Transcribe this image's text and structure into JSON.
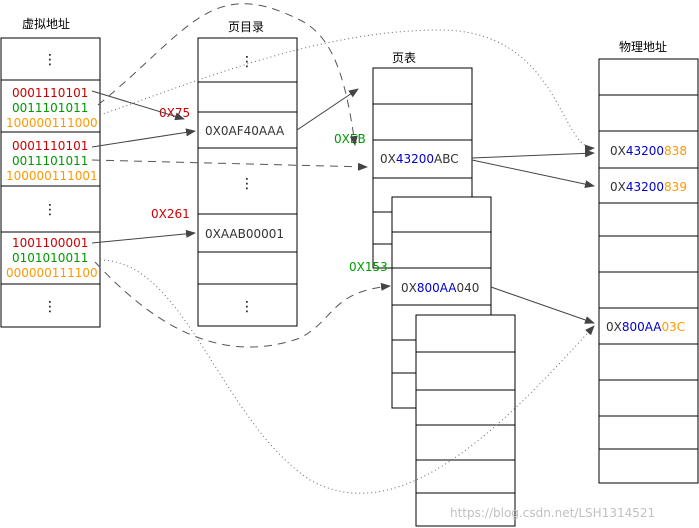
{
  "titles": {
    "virtual": "虚拟地址",
    "page_dir": "页目录",
    "page_table": "页表",
    "physical": "物理地址"
  },
  "virtual": {
    "ellipsis": "⋮",
    "addr1": [
      "0001110101",
      "0011101011",
      "100000111000"
    ],
    "addr2": [
      "0001110101",
      "0011101011",
      "100000111001"
    ],
    "addr3": [
      "1001100001",
      "0101010011",
      "000000111100"
    ]
  },
  "page_dir": {
    "ellipsis": "⋮",
    "entry1": "0X0AF40AAA",
    "entry2": "0XAAB00001",
    "index1": "0X75",
    "index2": "0X261"
  },
  "page_table": {
    "index1": "0XEB",
    "index2": "0X153",
    "entry1": {
      "a": "0X",
      "b": "43200",
      "c": "ABC"
    },
    "entry2": {
      "a": "0X",
      "b": "800AA",
      "c": "040"
    }
  },
  "physical": {
    "row1": {
      "a": "0X",
      "b": "43200",
      "c": "838"
    },
    "row2": {
      "a": "0X",
      "b": "43200",
      "c": "839"
    },
    "row3": {
      "a": "0X",
      "b": "800AA",
      "c": "03C"
    }
  },
  "watermark": "https://blog.csdn.net/LSH1314521",
  "colors": {
    "red": "#cc0000",
    "green": "#009900",
    "orange": "#ff9900",
    "blue": "#0000cc",
    "dark": "#333333"
  }
}
